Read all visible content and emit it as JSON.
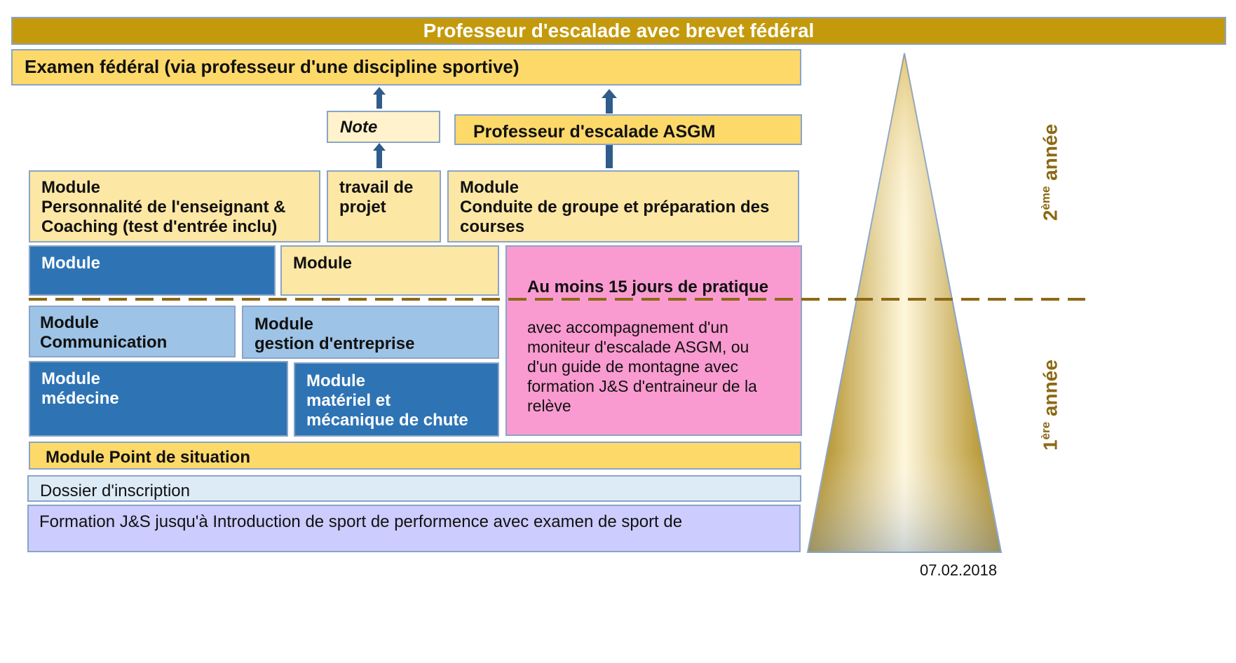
{
  "header": {
    "title": "Professeur d'escalade avec brevet fédéral"
  },
  "exam": {
    "label": "Examen fédéral (via professeur d'une discipline sportive)"
  },
  "note": {
    "label": "Note"
  },
  "asgm_teacher": {
    "label": "Professeur d'escalade ASGM"
  },
  "modules_row1": {
    "personality": {
      "line1": "Module",
      "line2": "Personnalité de l'enseignant &",
      "line3": "Coaching (test d'entrée inclu)"
    },
    "project": {
      "line1": "travail de",
      "line2": "projet"
    },
    "group": {
      "line1": "Module",
      "line2": "Conduite de groupe et préparation des",
      "line3": "courses"
    }
  },
  "modules_row2": {
    "left": {
      "label": "Module"
    },
    "middle": {
      "label": "Module"
    }
  },
  "practice": {
    "title": "Au moins 15 jours de pratique",
    "lines": [
      "avec accompagnement d'un",
      "moniteur d'escalade ASGM, ou",
      "d'un guide de montagne avec",
      "formation J&S d'entraineur de la",
      "relève"
    ]
  },
  "modules_row3": {
    "communication": {
      "line1": "Module",
      "line2": "Communication"
    },
    "business": {
      "line1": "Module",
      "line2": "gestion d'entreprise"
    }
  },
  "modules_row4": {
    "medicine": {
      "line1": "Module",
      "line2": "médecine"
    },
    "material": {
      "line1": "Module",
      "line2": "matériel et",
      "line3": "mécanique de chute"
    }
  },
  "situation": {
    "label": "Module Point de situation"
  },
  "registration": {
    "label": "Dossier d'inscription"
  },
  "js_training": {
    "label": "Formation J&S jusqu'à Introduction de sport de performence avec examen de sport de"
  },
  "years": {
    "second": {
      "num": "2",
      "sup": "ème",
      "word": "année"
    },
    "first": {
      "num": "1",
      "sup": "ère",
      "word": "année"
    }
  },
  "date": {
    "label": "07.02.2018"
  },
  "colors": {
    "header": "#c49a0c",
    "yellow": "#fdd96a",
    "dark_blue": "#2e74b5",
    "light_blue": "#9dc3e6",
    "pink": "#f99bd0",
    "lavender": "#ccccff",
    "dashed_line": "#8b6914"
  }
}
